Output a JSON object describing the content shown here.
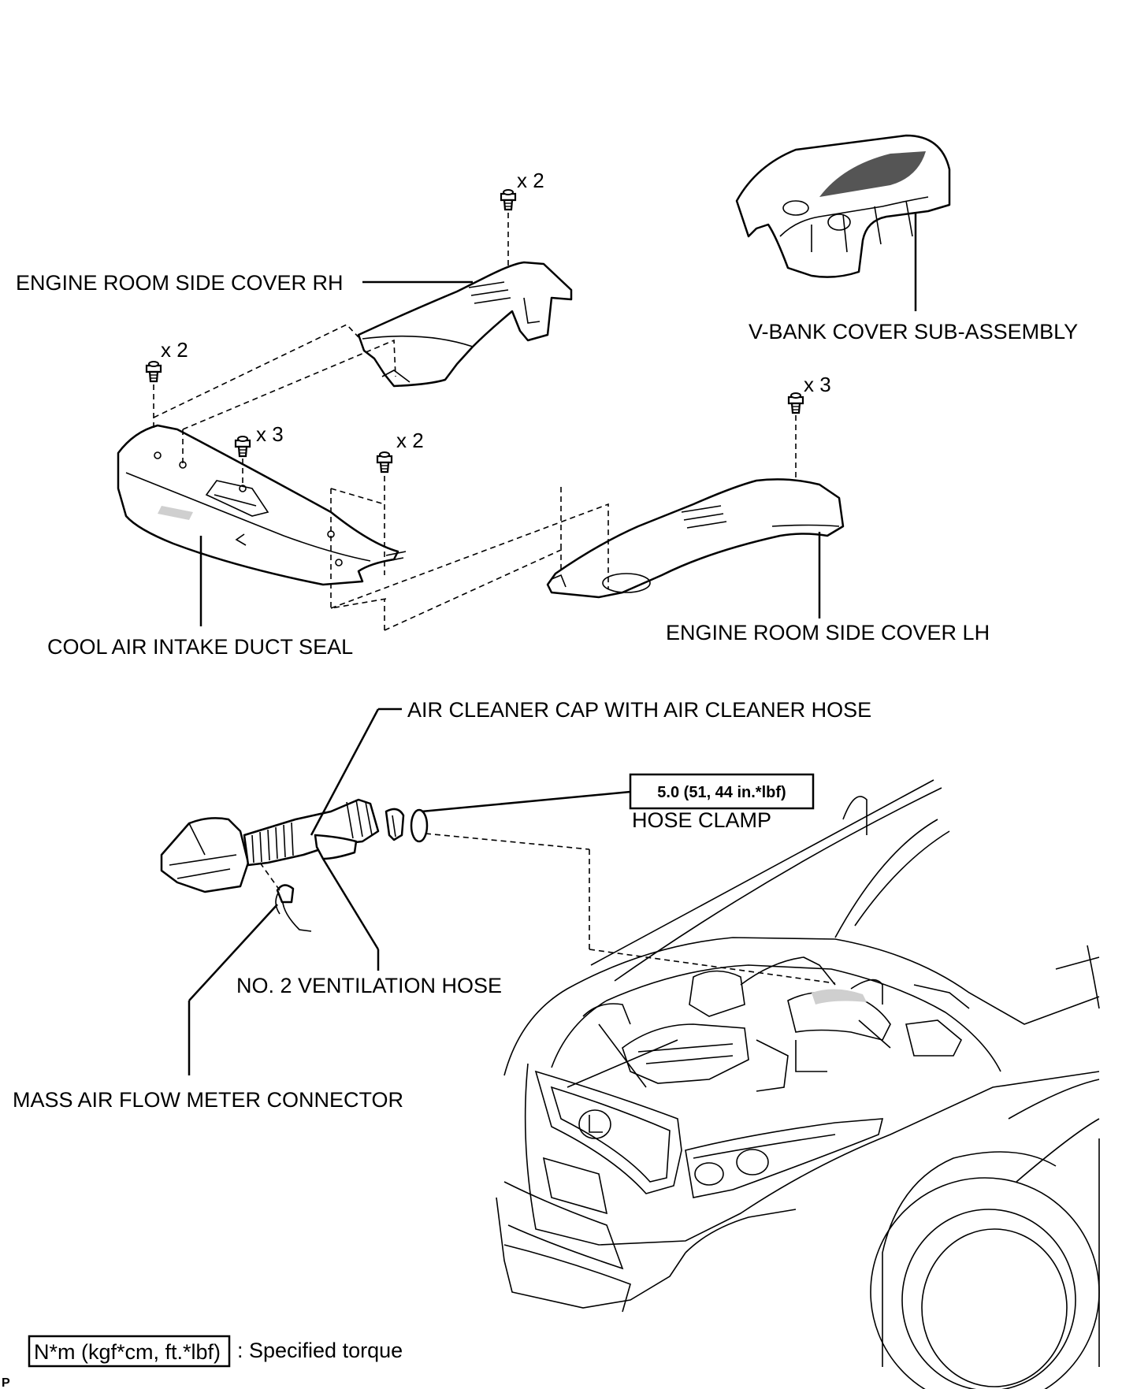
{
  "labels": {
    "engine_room_side_cover_rh": "ENGINE ROOM SIDE COVER RH",
    "v_bank_cover": "V-BANK COVER SUB-ASSEMBLY",
    "cool_air_intake_duct_seal": "COOL AIR INTAKE DUCT SEAL",
    "engine_room_side_cover_lh": "ENGINE ROOM SIDE COVER LH",
    "air_cleaner_cap": "AIR CLEANER CAP WITH AIR CLEANER HOSE",
    "hose_clamp": "HOSE CLAMP",
    "no2_ventilation_hose": "NO. 2 VENTILATION HOSE",
    "mass_air_flow_connector": "MASS AIR FLOW METER CONNECTOR"
  },
  "quantities": {
    "rh_cover_clips": "x 2",
    "seal_left_clips": "x 2",
    "seal_mid_clips": "x 3",
    "seal_right_clips": "x 2",
    "lh_cover_clips": "x 3"
  },
  "torque": {
    "hose_clamp_value": "5.0 (51, 44 in.*lbf)"
  },
  "legend": {
    "unit_box": "N*m (kgf*cm, ft.*lbf)",
    "description": ": Specified torque"
  },
  "corner_mark": "P",
  "icons": [
    "clip-fastener-icon",
    "lexus-emblem-icon"
  ],
  "colors": {
    "line": "#000000",
    "background": "#ffffff"
  }
}
